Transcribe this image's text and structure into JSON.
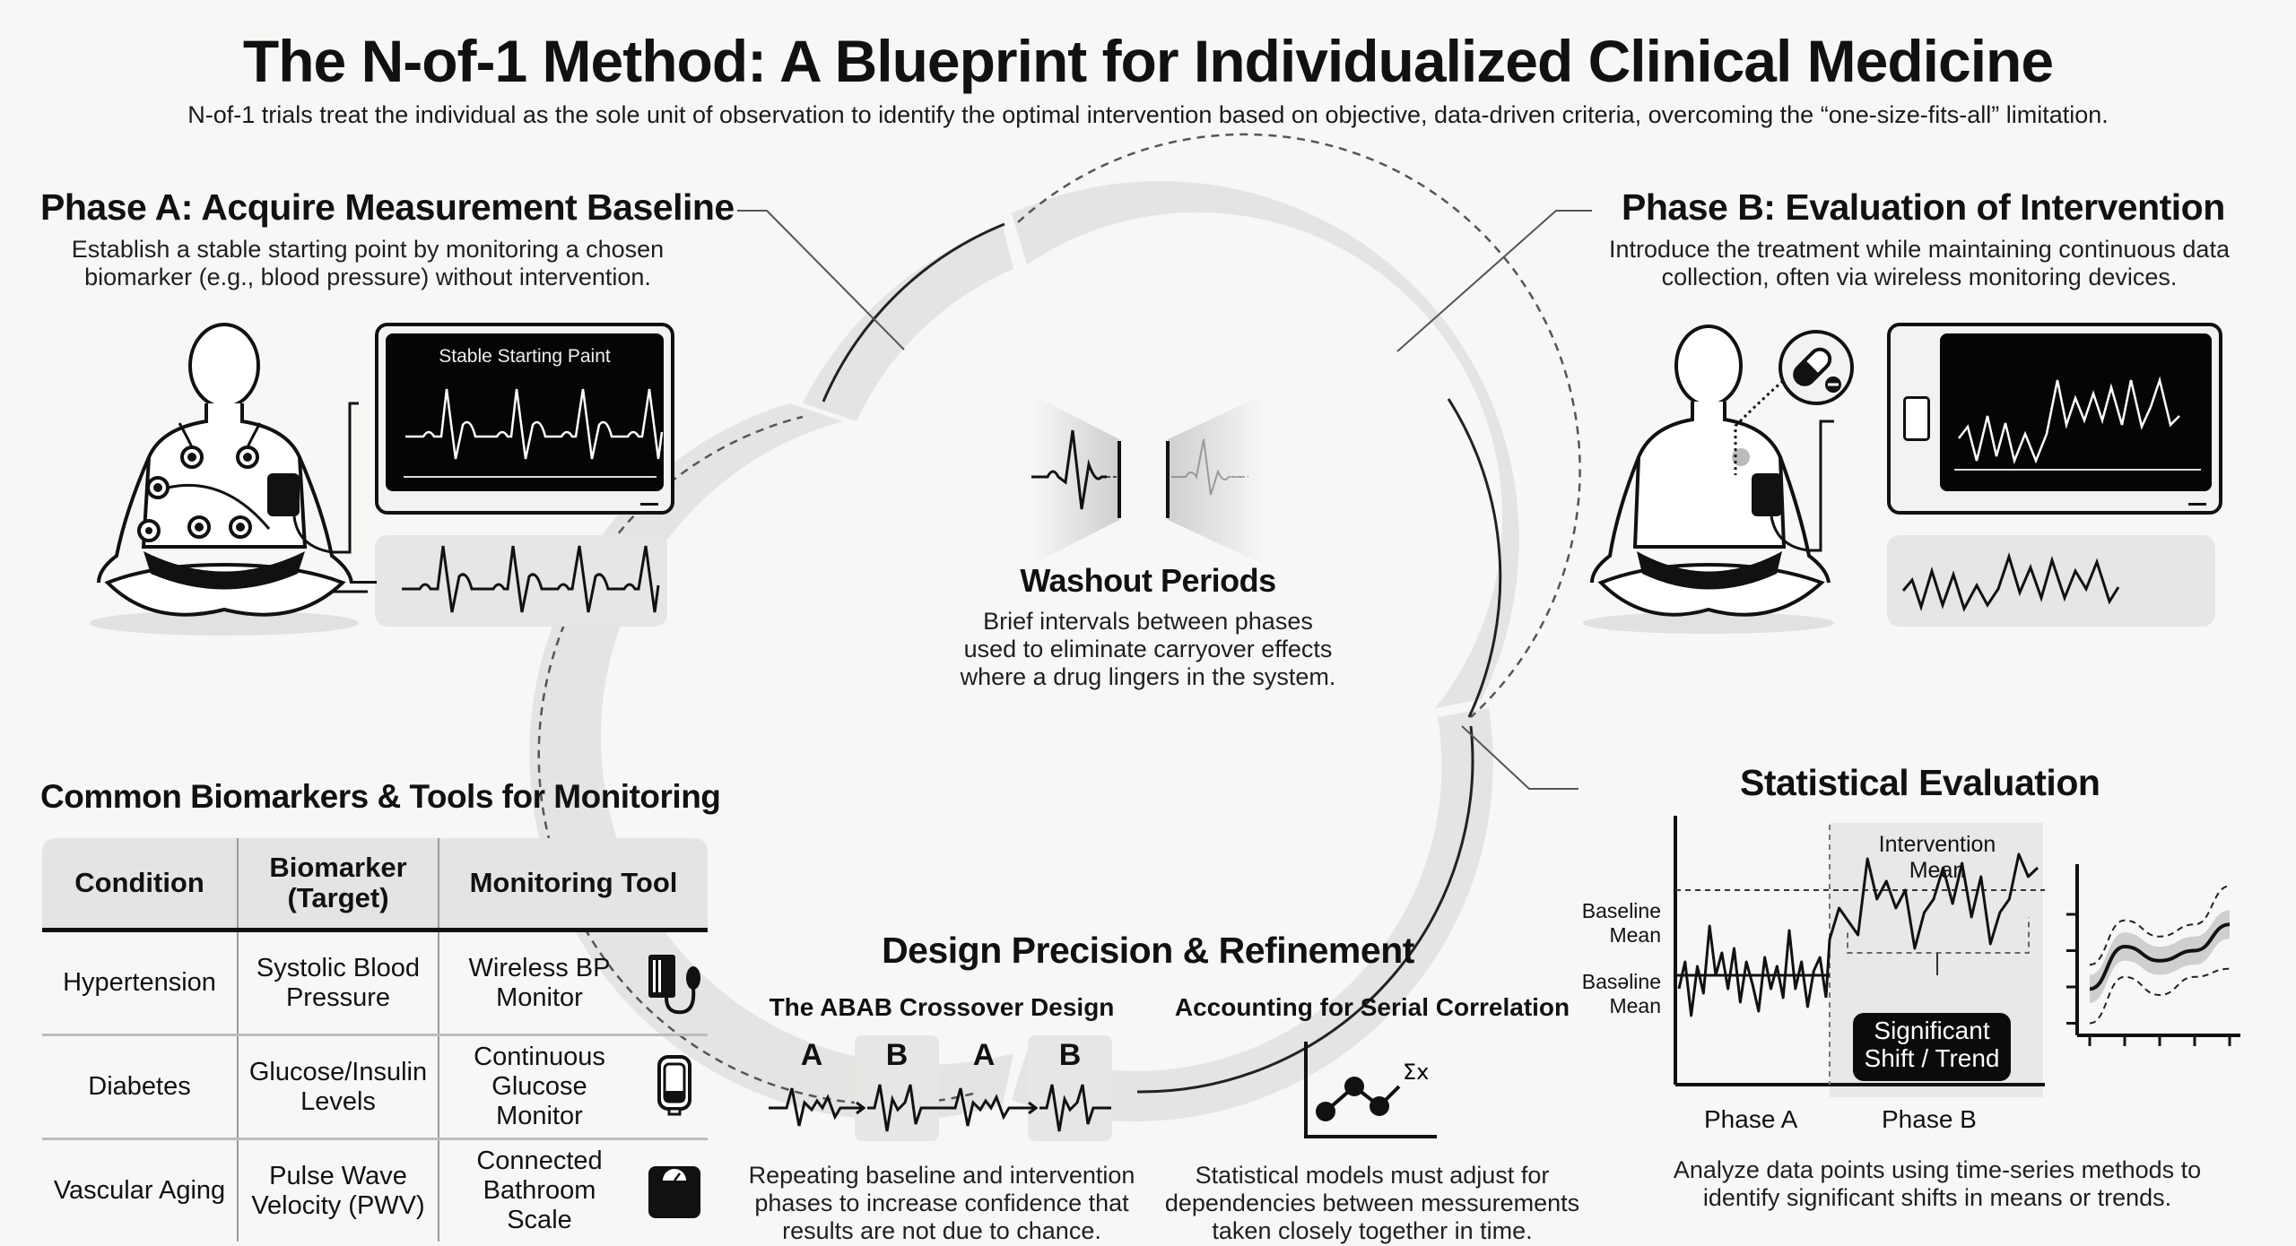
{
  "header": {
    "title": "The N-of-1 Method: A Blueprint for Individualized Clinical Medicine",
    "subtitle": "N-of-1 trials treat the individual as the sole unit of observation to identify the optimal intervention based on objective, data-driven criteria, overcoming the “one-size-fits-all” limitation."
  },
  "phase_a": {
    "title": "Phase A: Acquire Measurement Baseline",
    "description_lines": [
      "Establish a stable starting point by monitoring a chosen",
      "biomarker (e.g., blood pressure) without intervention."
    ],
    "monitor_label": "Stable Starting Paint"
  },
  "phase_b": {
    "title": "Phase B: Evaluation of Intervention",
    "description_lines": [
      "Introduce the treatment while maintaining continuous data",
      "collection, often via wireless monitoring devices."
    ]
  },
  "washout": {
    "title": "Washout Periods",
    "description_lines": [
      "Brief intervals between phases",
      "used to eliminate carryover effects",
      "where a drug lingers in the system."
    ]
  },
  "biomarkers_table": {
    "title": "Common Biomarkers & Tools for Monitoring",
    "headers": [
      "Condition",
      "Biomarker\n(Target)",
      "Monitoring Tool"
    ],
    "header_lines": [
      [
        "Condition"
      ],
      [
        "Biomarker",
        "(Target)"
      ],
      [
        "Monitoring Tool"
      ]
    ],
    "rows": [
      {
        "condition": "Hypertension",
        "biomarker_lines": [
          "Systolic Blood",
          "Pressure"
        ],
        "tool_lines": [
          "Wireless BP",
          "Monitor"
        ],
        "icon": "blood-pressure-cuff-icon"
      },
      {
        "condition": "Diabetes",
        "biomarker_lines": [
          "Glucose/Insulin",
          "Levels"
        ],
        "tool_lines": [
          "Continuous",
          "Glucose",
          "Monitor"
        ],
        "icon": "glucose-monitor-icon"
      },
      {
        "condition": "Vascular Aging",
        "biomarker_lines": [
          "Pulse Wave",
          "Velocity (PWV)"
        ],
        "tool_lines": [
          "Connected",
          "Bathroom",
          "Scale"
        ],
        "icon": "bathroom-scale-icon"
      }
    ]
  },
  "design": {
    "title": "Design Precision & Refinement",
    "abab": {
      "title": "The ABAB Crossover Design",
      "phases": [
        "A",
        "B",
        "A",
        "B"
      ],
      "description_lines": [
        "Repeating baseline and intervention",
        "phases to increase confidence that",
        "results are not due to chance."
      ]
    },
    "serial": {
      "title": "Accounting for Serial Correlation",
      "icon_label": "Σx",
      "description_lines": [
        "Statistical models must adjust for",
        "dependencies between messurements",
        "taken closely together in time."
      ]
    }
  },
  "statistical": {
    "title": "Statistical Evaluation",
    "baseline_mean_label_upper": [
      "Baseline",
      "Mean"
    ],
    "baseline_mean_label_lower": [
      "Basəline",
      "Mean"
    ],
    "intervention_mean_label": [
      "Intervention",
      "Mean"
    ],
    "significant_label": [
      "Significant",
      "Shift / Trend"
    ],
    "x_labels": [
      "Phase A",
      "Phase B"
    ],
    "description_lines": [
      "Analyze data points using time-series methods to",
      "identify significant shifts in means or trends."
    ]
  },
  "chart_data": [
    {
      "type": "line",
      "title": "Phase A vs Phase B time series",
      "xlabel": "",
      "ylabel": "",
      "categories": [
        "Phase A",
        "Phase B"
      ],
      "annotations": [
        "Baseline Mean",
        "Intervention Mean",
        "Significant Shift / Trend"
      ],
      "series": [
        {
          "name": "Phase A",
          "values": [
            0.3,
            0.42,
            0.18,
            0.4,
            0.28,
            0.58,
            0.36,
            0.46,
            0.3,
            0.48,
            0.24,
            0.42,
            0.32,
            0.2,
            0.44,
            0.3,
            0.4,
            0.26,
            0.56,
            0.3,
            0.42,
            0.22,
            0.38,
            0.44,
            0.26
          ]
        },
        {
          "name": "Phase B",
          "values": [
            0.52,
            0.66,
            0.6,
            0.54,
            0.88,
            0.7,
            0.78,
            0.66,
            0.74,
            0.48,
            0.64,
            0.7,
            0.84,
            0.68,
            0.86,
            0.62,
            0.8,
            0.5,
            0.64,
            0.7,
            0.9,
            0.8,
            0.84
          ]
        }
      ],
      "means": {
        "phase_a": 0.36,
        "phase_b": 0.74
      },
      "ylim": [
        0,
        1
      ]
    },
    {
      "type": "line",
      "title": "Smoothed trend with confidence band",
      "x": [
        0,
        1,
        2,
        3,
        4
      ],
      "series": [
        {
          "name": "trend",
          "values": [
            1.15,
            2.2,
            1.85,
            2.1,
            2.75
          ]
        },
        {
          "name": "upper",
          "values": [
            1.75,
            2.85,
            2.45,
            2.75,
            3.7
          ]
        },
        {
          "name": "lower",
          "values": [
            0.3,
            1.45,
            1.0,
            1.45,
            1.65
          ]
        }
      ],
      "ylim": [
        0,
        4
      ],
      "y_ticks": 4,
      "x_ticks": 5
    }
  ]
}
